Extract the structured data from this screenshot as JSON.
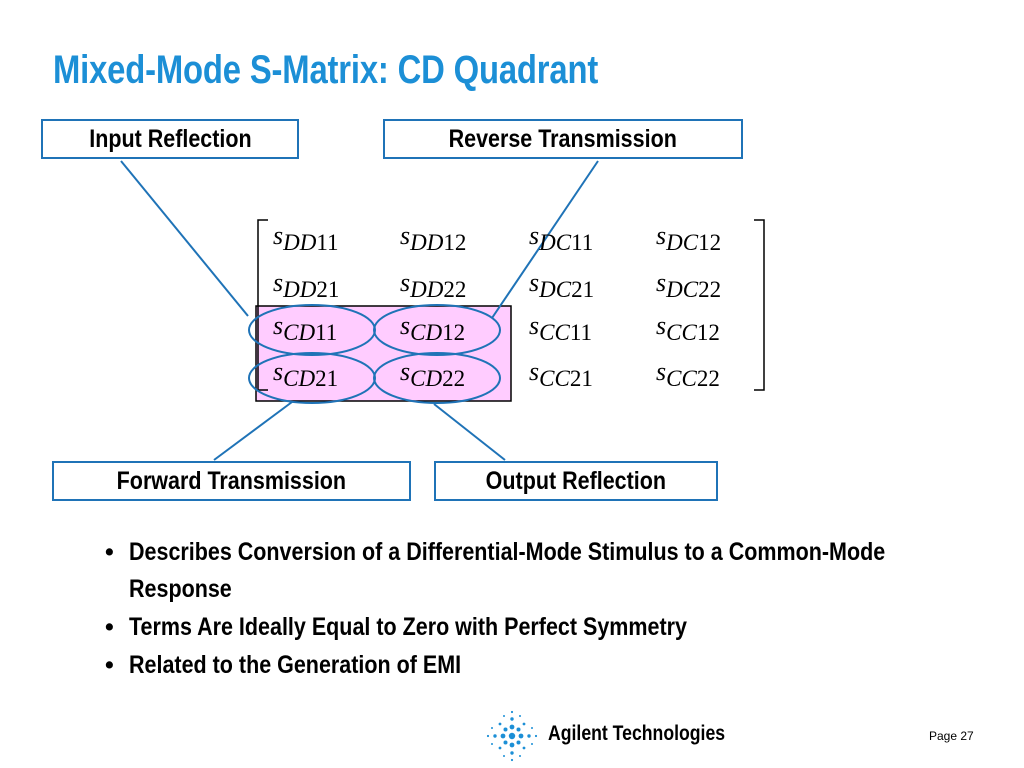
{
  "slide": {
    "title": "Mixed-Mode S-Matrix: CD Quadrant",
    "page": "Page 27",
    "company": "Agilent Technologies"
  },
  "labels": {
    "input_reflection": "Input Reflection",
    "reverse_transmission": "Reverse Transmission",
    "forward_transmission": "Forward Transmission",
    "output_reflection": "Output Reflection"
  },
  "matrix": {
    "symbol": "S",
    "rows": [
      [
        "DD11",
        "DD12",
        "DC11",
        "DC12"
      ],
      [
        "DD21",
        "DD22",
        "DC21",
        "DC22"
      ],
      [
        "CD11",
        "CD12",
        "CC11",
        "CC12"
      ],
      [
        "CD21",
        "CD22",
        "CC21",
        "CC22"
      ]
    ],
    "highlighted_quadrant": "CD",
    "highlight_color": "#ffccff",
    "outline_color": "#1f73b7"
  },
  "bullets": [
    "Describes Conversion of a Differential-Mode Stimulus to a Common-Mode Response",
    "Terms Are Ideally Equal to Zero with Perfect Symmetry",
    "Related to the Generation of EMI"
  ],
  "colors": {
    "title": "#1c8fd6",
    "accent": "#1f73b7",
    "highlight": "#ffccff"
  },
  "icons": {
    "logo": "agilent-spark-icon"
  }
}
